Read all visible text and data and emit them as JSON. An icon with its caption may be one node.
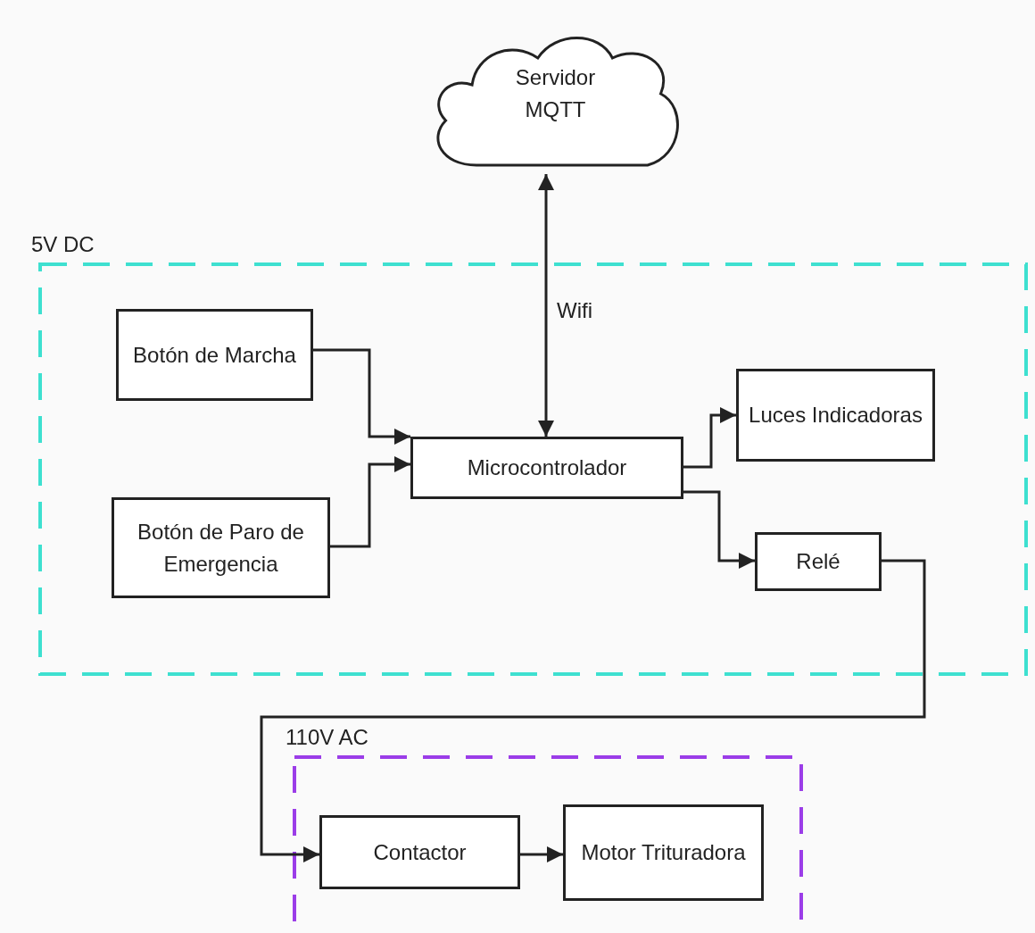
{
  "diagram": {
    "nodes": [
      {
        "text": [
          "5V DC"
        ]
      },
      {
        "text": [
          "110V AC"
        ]
      },
      {
        "text": [
          "Servidor MQTT"
        ]
      },
      {
        "text": [
          "Botón de Marcha"
        ],
        "in": 0
      },
      {
        "text": [
          "Botón de Paro de Emergencia"
        ],
        "in": 0
      },
      {
        "text": [
          "Microcontrolador"
        ],
        "in": 0
      },
      {
        "text": [
          "Luces Indicadoras"
        ],
        "in": 0
      },
      {
        "text": [
          "Relé"
        ],
        "in": 0
      },
      {
        "text": [
          "Contactor"
        ],
        "in": 1
      },
      {
        "text": [
          "Motor Trituradora"
        ],
        "in": 1
      }
    ],
    "edges": [
      {
        "from": 2,
        "to": 5,
        "arrow": "both",
        "label": "Wifi"
      },
      {
        "from": 3,
        "to": 5,
        "arrow": "to"
      },
      {
        "from": 4,
        "to": 5,
        "arrow": "to"
      },
      {
        "from": 5,
        "to": 6,
        "arrow": "to"
      },
      {
        "from": 5,
        "to": 7,
        "arrow": "to"
      },
      {
        "from": 7,
        "to": 8,
        "arrow": "to"
      },
      {
        "from": 8,
        "to": 9,
        "arrow": "to"
      }
    ]
  }
}
